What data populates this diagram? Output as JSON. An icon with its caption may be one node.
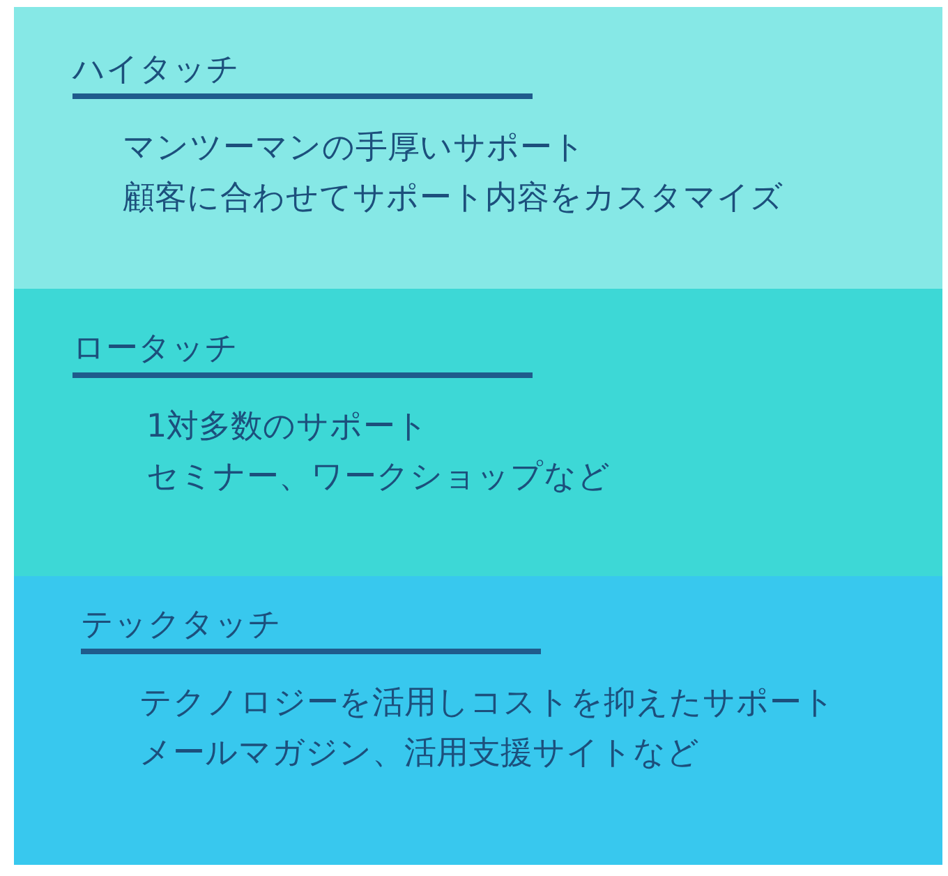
{
  "diagram": {
    "nodes": [
      {
        "text": [
          "ハイタッチ",
          "マンツーマンの手厚いサポート",
          "顧客に合わせてサポート内容をカスタマイズ"
        ]
      },
      {
        "text": [
          "ロータッチ",
          "1対多数のサポート",
          "セミナー、ワークショップなど"
        ]
      },
      {
        "text": [
          "テックタッチ",
          "テクノロジーを活用しコストを抑えたサポート",
          "メールマガジン、活用支援サイトなど"
        ]
      }
    ]
  }
}
